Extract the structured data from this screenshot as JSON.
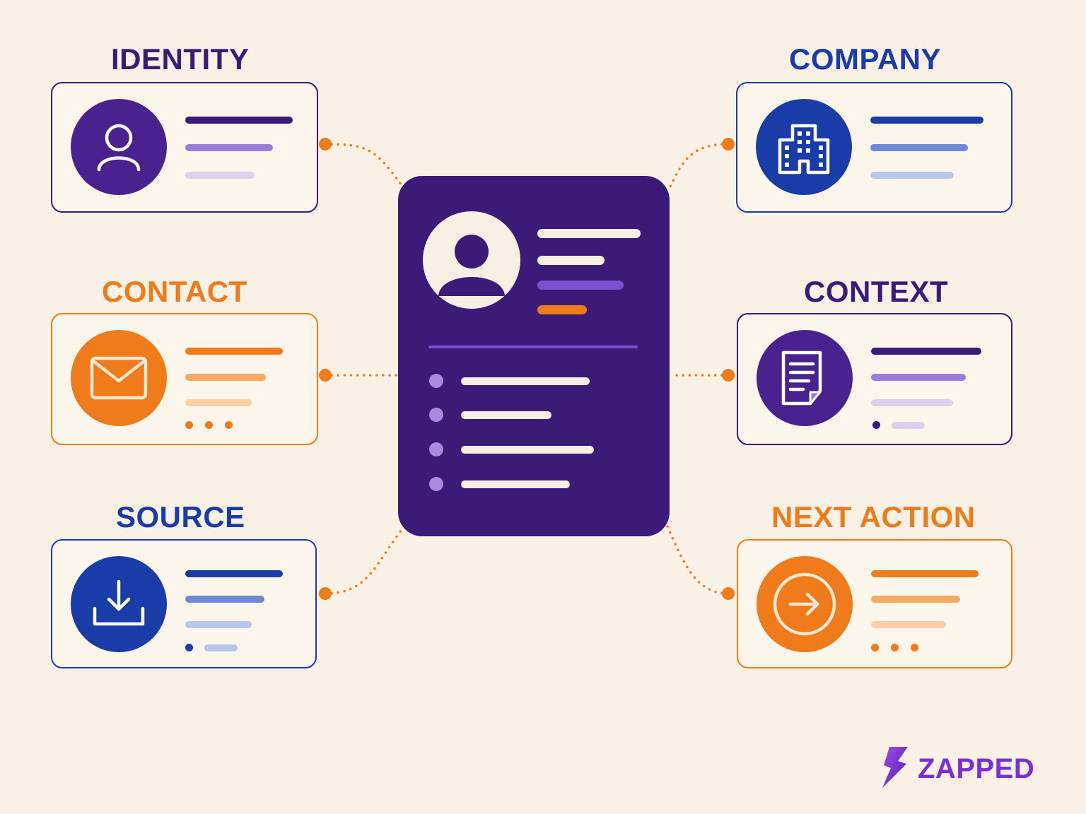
{
  "sections": {
    "identity": {
      "title": "IDENTITY",
      "icon": "person-icon",
      "color": "#3b1a78"
    },
    "contact": {
      "title": "CONTACT",
      "icon": "envelope-icon",
      "color": "#f07b1a"
    },
    "source": {
      "title": "SOURCE",
      "icon": "download-icon",
      "color": "#1a3ca8"
    },
    "company": {
      "title": "COMPANY",
      "icon": "building-icon",
      "color": "#1a3ca8"
    },
    "context": {
      "title": "CONTEXT",
      "icon": "document-icon",
      "color": "#3b1a78"
    },
    "next_action": {
      "title": "NEXT ACTION",
      "icon": "arrow-right-circle-icon",
      "color": "#f07b1a"
    }
  },
  "center_card": {
    "icon": "profile-avatar-icon"
  },
  "brand": {
    "name": "ZAPPED",
    "icon": "lightning-s-logo-icon",
    "color": "#7d2fd6"
  },
  "colors": {
    "background": "#f9f1e5",
    "purple": "#3b1a78",
    "orange": "#f07b1a",
    "blue": "#1a3ca8",
    "connector": "#f07b1a"
  }
}
